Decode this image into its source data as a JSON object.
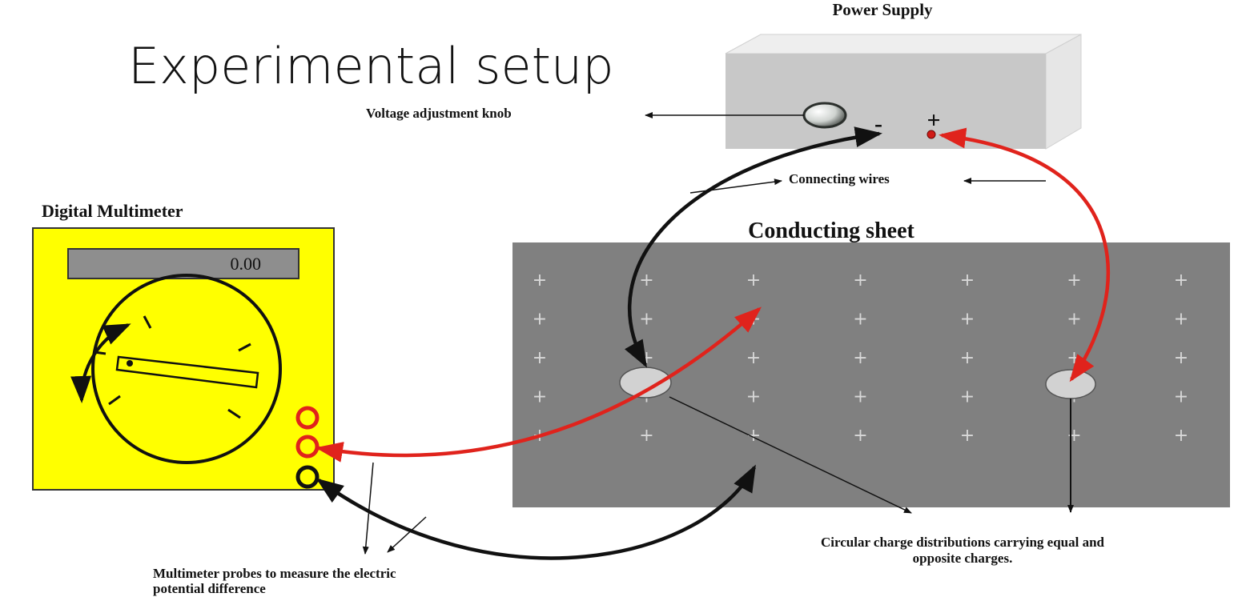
{
  "title": "Experimental setup",
  "power_supply": {
    "label": "Power Supply",
    "knob_label": "Voltage  adjustment knob",
    "minus_symbol": "-",
    "plus_symbol": "+"
  },
  "wires_label": "Connecting wires",
  "multimeter": {
    "label": "Digital Multimeter",
    "display_value": "0.00"
  },
  "sheet": {
    "label": "Conducting sheet",
    "grid_mark": "+",
    "grid_rows": 5,
    "grid_cols": 7
  },
  "charges_label": [
    "Circular charge distributions carrying equal and",
    "opposite charges."
  ],
  "probes_label": [
    "Multimeter probes to measure the electric",
    "potential difference"
  ],
  "colors": {
    "multimeter_body": "#ffff00",
    "sheet": "#808080",
    "power_supply_front": "#c8c8c8",
    "red_wire": "#e0231c",
    "black_wire": "#111111"
  }
}
